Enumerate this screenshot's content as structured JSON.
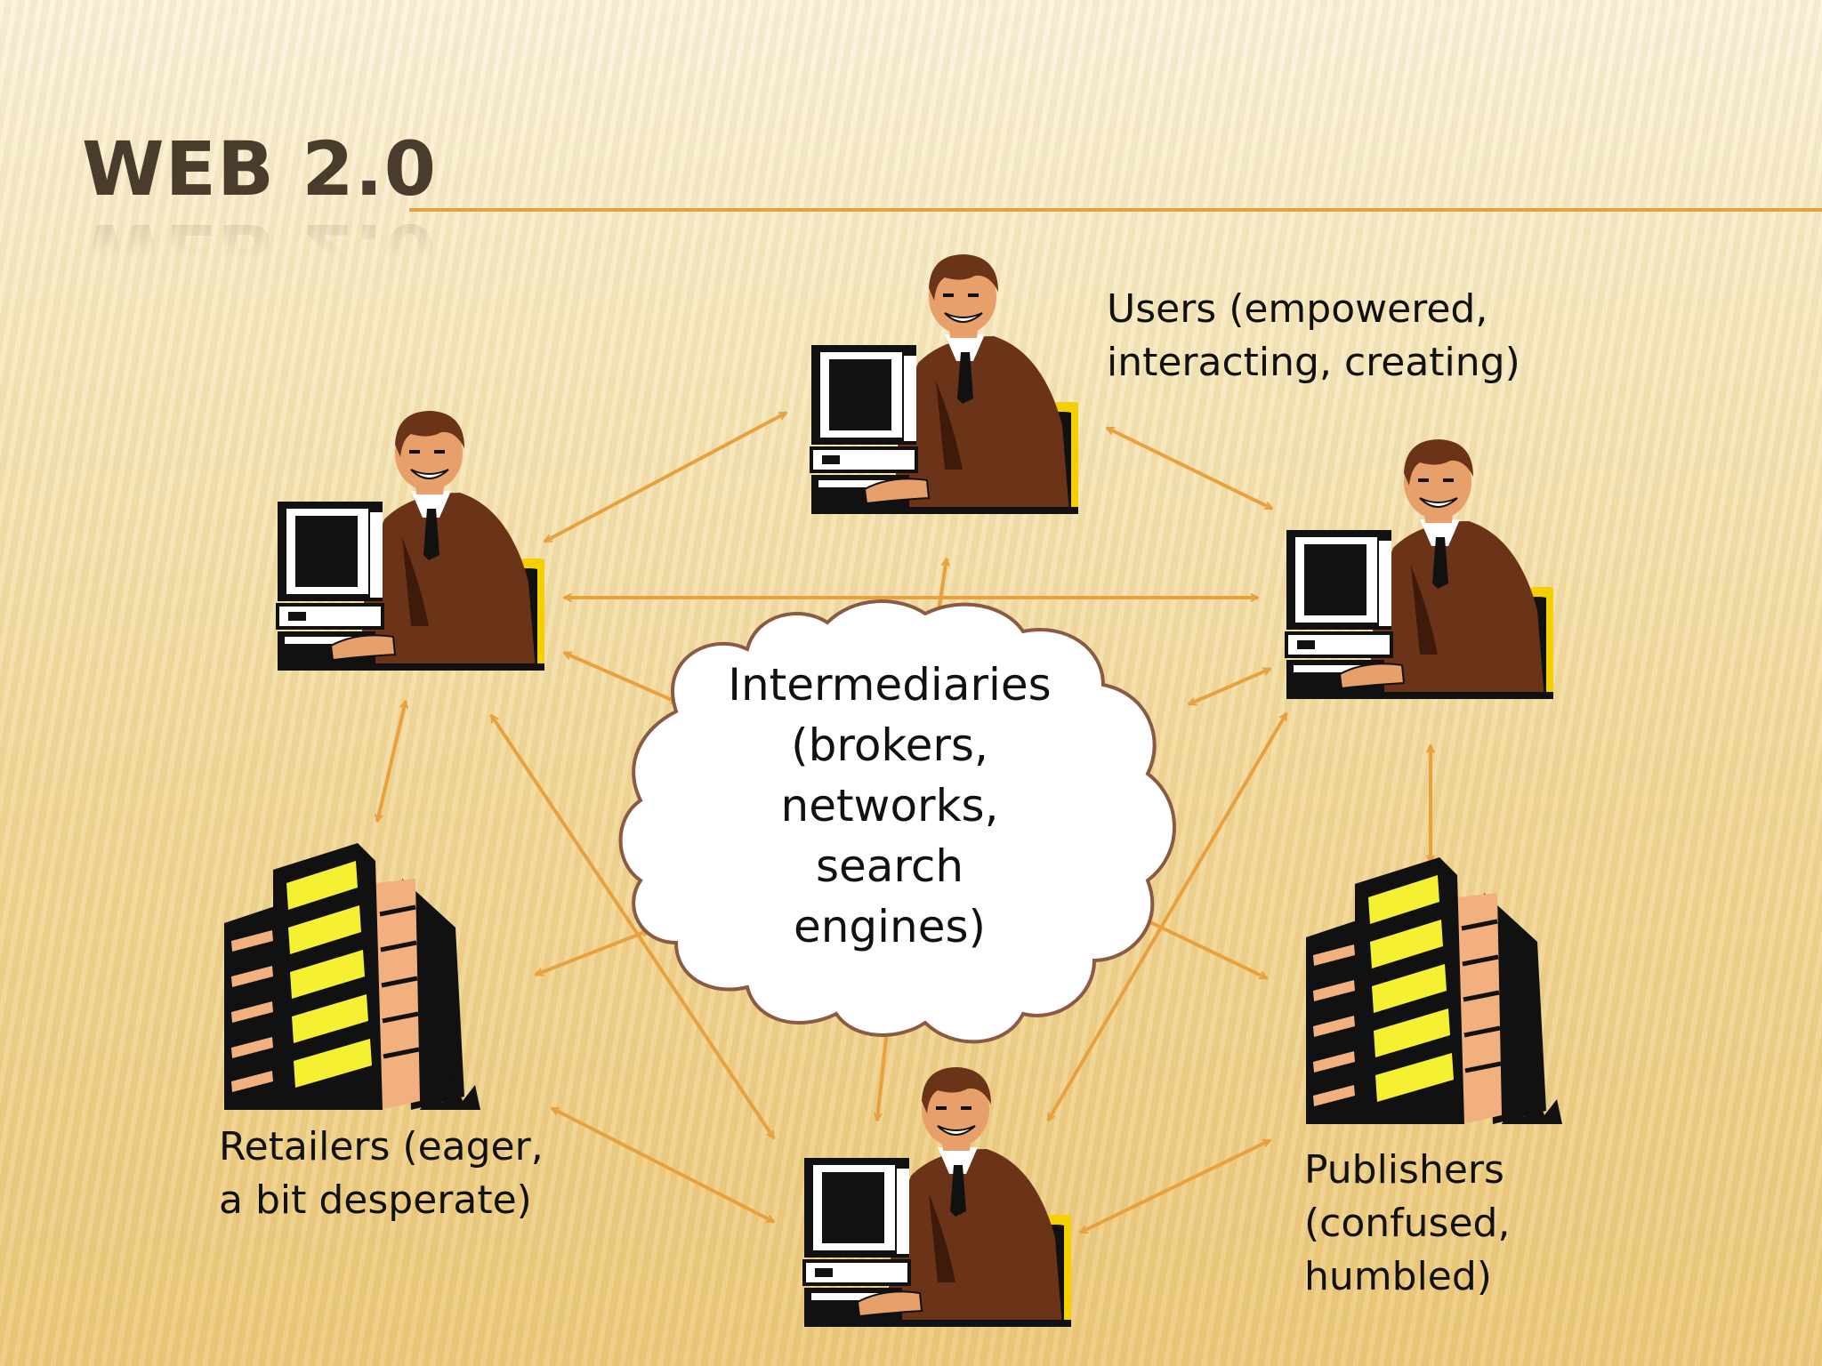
{
  "slide": {
    "title": "WEB 2.0"
  },
  "labels": {
    "users": [
      "Users (empowered,",
      "interacting, creating)"
    ],
    "retailers": [
      "Retailers (eager,",
      "a bit desperate)"
    ],
    "publishers": [
      "Publishers",
      "(confused,",
      "humbled)"
    ]
  },
  "cloud": {
    "lines": [
      "Intermediaries",
      "(brokers,",
      "networks,",
      "search",
      "engines)"
    ]
  },
  "colors": {
    "arrow": "#e8a13c",
    "title_rule": "#e2a442",
    "title_text": "#4a3c2c",
    "cloud_outline": "#8a5a44"
  }
}
